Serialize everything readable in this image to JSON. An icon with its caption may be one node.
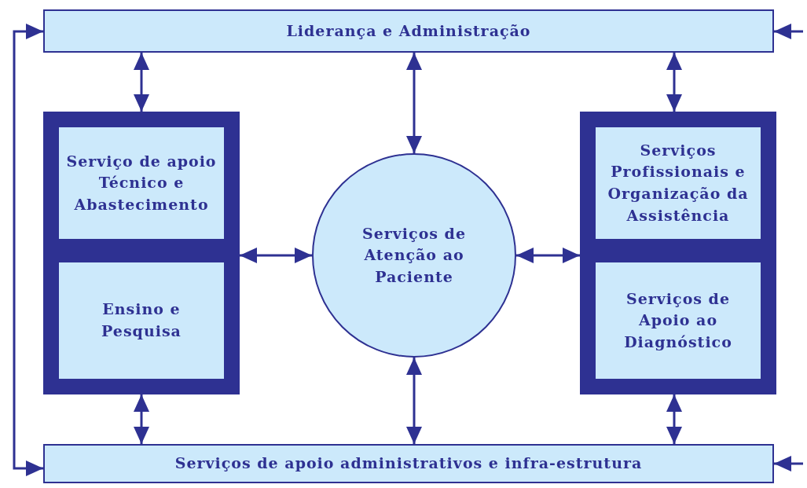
{
  "diagram": {
    "nodes": [
      {
        "text": [
          "Liderança e Administração"
        ]
      },
      {
        "text": [],
        "shape": "box"
      },
      {
        "text": [
          "Serviço de apoio Técnico e Abastecimento"
        ],
        "in": 1
      },
      {
        "text": [
          "Ensino e Pesquisa"
        ],
        "in": 1
      },
      {
        "text": [
          "Serviços de Atenção ao Paciente"
        ]
      },
      {
        "text": [],
        "shape": "box"
      },
      {
        "text": [
          "Serviços Profissionais e Organização da Assistência"
        ],
        "in": 5
      },
      {
        "text": [
          "Serviços de Apoio ao Diagnóstico"
        ],
        "in": 5
      },
      {
        "text": [
          "Serviços de apoio administrativos e infra-estrutura"
        ]
      }
    ],
    "edges": [
      {
        "from": 0,
        "to": 1,
        "arrow": "both"
      },
      {
        "from": 0,
        "to": 4,
        "arrow": "both"
      },
      {
        "from": 0,
        "to": 5,
        "arrow": "both"
      },
      {
        "from": 1,
        "to": 4,
        "arrow": "both"
      },
      {
        "from": 4,
        "to": 5,
        "arrow": "both"
      },
      {
        "from": 1,
        "to": 8,
        "arrow": "both"
      },
      {
        "from": 4,
        "to": 8,
        "arrow": "both"
      },
      {
        "from": 5,
        "to": 8,
        "arrow": "both"
      },
      {
        "from": 8,
        "to": 0,
        "arrow": "both"
      },
      {
        "from": null,
        "to": 0,
        "arrow": "to"
      },
      {
        "from": null,
        "to": 8,
        "arrow": "to"
      }
    ]
  }
}
